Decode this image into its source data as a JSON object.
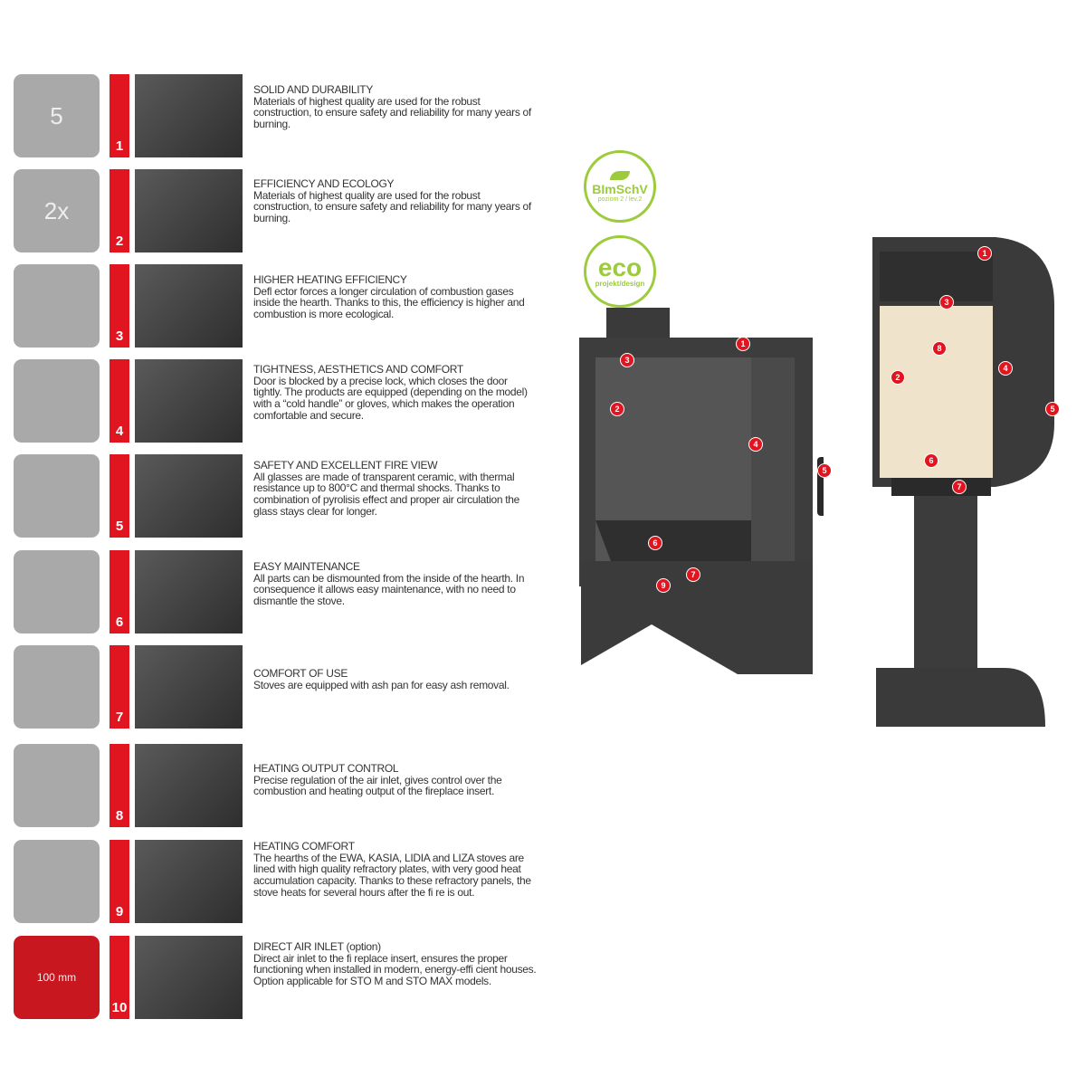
{
  "features": [
    {
      "num": "1",
      "icon": "warranty-5-years-icon",
      "icon_text": "5",
      "title": "SOLID AND DURABILITY",
      "body": "Materials of highest quality are used for the robust construction, to ensure safety and reliability for many years of burning."
    },
    {
      "num": "2",
      "icon": "flame-2x-icon",
      "icon_text": "2x",
      "title": "EFFICIENCY AND ECOLOGY",
      "body": "Materials of highest quality are used for the robust construction, to ensure safety and reliability for many years of burning."
    },
    {
      "num": "3",
      "icon": "deflector-icon",
      "icon_text": "",
      "title": "HIGHER HEATING EFFICIENCY",
      "body": "Defl ector forces a longer circulation of combustion gases inside the hearth. Thanks to this, the efficiency is higher and combustion is more ecological."
    },
    {
      "num": "4",
      "icon": "gloves-handle-icon",
      "icon_text": "",
      "title": "TIGHTNESS, AESTHETICS AND COMFORT",
      "body": "Door is blocked by a precise lock, which closes the door tightly. The products are equipped (depending on the model) with a “cold handle” or gloves, which makes the operation comfortable and secure."
    },
    {
      "num": "5",
      "icon": "glass-window-icon",
      "icon_text": "",
      "title": "SAFETY AND EXCELLENT FIRE VIEW",
      "body": "All glasses are made of transparent ceramic, with thermal resistance up to 800°C and thermal shocks. Thanks to combination of pyrolisis effect and proper air circulation the glass stays clear for longer."
    },
    {
      "num": "6",
      "icon": "cleaning-hand-icon",
      "icon_text": "",
      "title": "EASY MAINTENANCE",
      "body": "All parts can be dismounted from the inside of the hearth. In consequence it allows easy maintenance, with no need to dismantle the stove."
    },
    {
      "num": "7",
      "icon": "ash-pan-icon",
      "icon_text": "",
      "title": "COMFORT OF USE",
      "body": "Stoves are equipped with ash pan for easy ash removal."
    },
    {
      "num": "8",
      "icon": "air-regulation-icon",
      "icon_text": "",
      "title": "HEATING OUTPUT CONTROL",
      "body": "Precise regulation of the air inlet, gives control over the combustion and heating output of the fireplace insert."
    },
    {
      "num": "9",
      "icon": "heat-accumulation-icon",
      "icon_text": "",
      "title": "HEATING COMFORT",
      "body": "The hearths of the EWA, KASIA, LIDIA and LIZA stoves are lined with high quality refractory plates, with very good heat accumulation capacity. Thanks to these refractory panels, the stove heats for several hours after the fi re is out."
    },
    {
      "num": "10",
      "icon": "direct-air-inlet-icon",
      "icon_text": "100 mm",
      "title": "DIRECT AIR INLET (option)",
      "body": "Direct air inlet to the fi replace insert, ensures the proper functioning when installed in modern, energy-effi cient houses. Option applicable for STO M and STO MAX models."
    }
  ],
  "badges": {
    "bimschv": "BImSchV",
    "bimschv_sub": "poziom 2 / lev.2",
    "eco": "eco",
    "eco_sub": "projekt/design"
  },
  "colors": {
    "red": "#e1151f",
    "tile": "#a9a9a9",
    "green": "#9ccb3b"
  }
}
